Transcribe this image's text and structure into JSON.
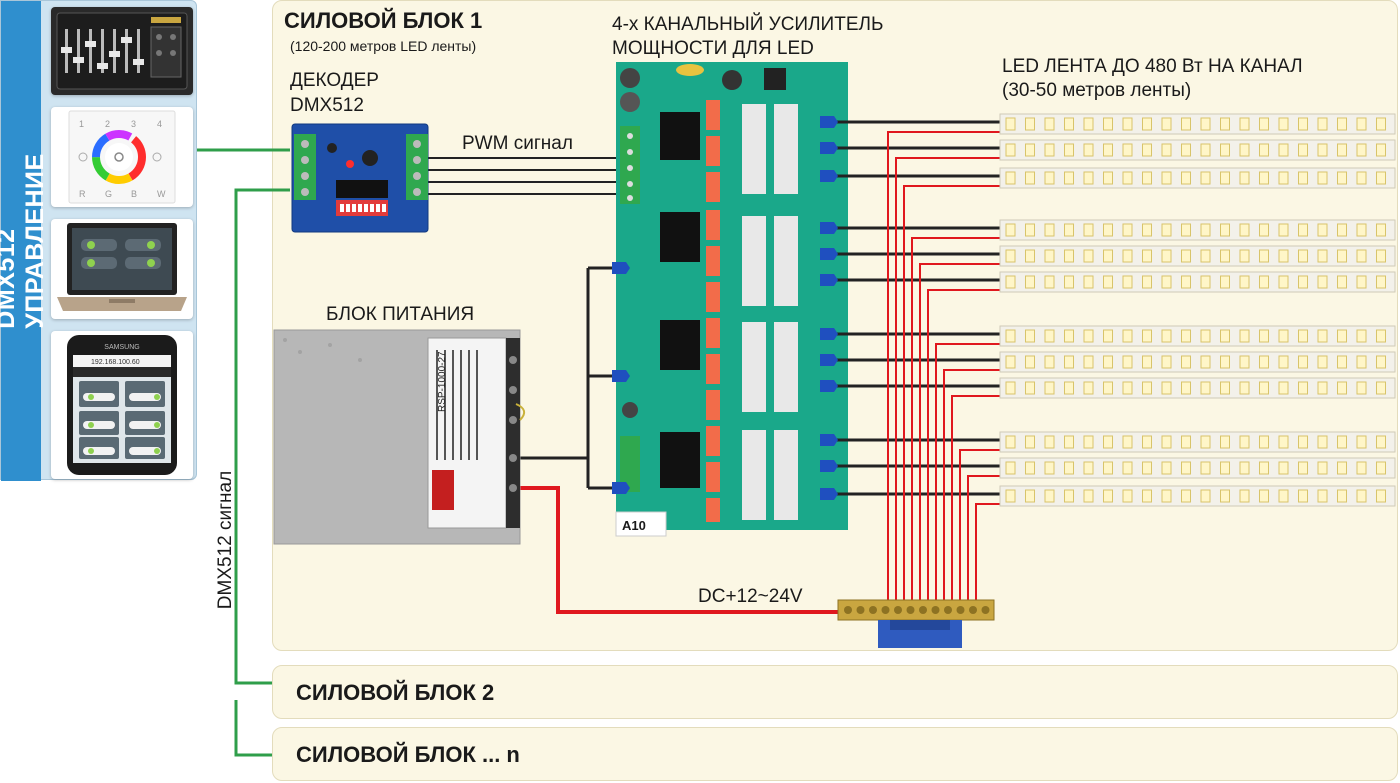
{
  "control_panel": {
    "title": "DMX512 УПРАВЛЕНИЕ",
    "devices": [
      {
        "name": "dmx-console"
      },
      {
        "name": "wall-panel",
        "labels": [
          "1",
          "2",
          "3",
          "4",
          "R",
          "G",
          "B",
          "W"
        ]
      },
      {
        "name": "laptop"
      },
      {
        "name": "smartphone",
        "brand": "SAMSUNG",
        "address": "192.168.100.60"
      }
    ]
  },
  "dmx_signal_label": "DMX512 сигнал",
  "block1": {
    "title": "СИЛОВОЙ БЛОК 1",
    "subtitle": "(120-200 метров LED ленты)",
    "decoder_label_1": "ДЕКОДЕР",
    "decoder_label_2": "DMX512",
    "pwm_label": "PWM сигнал",
    "psu_label": "БЛОК ПИТАНИЯ",
    "psu_model": "RSP-1000-27",
    "amp_label_1": "4-х КАНАЛЬНЫЙ  УСИЛИТЕЛЬ",
    "amp_label_2": "МОЩНОСТИ ДЛЯ LED",
    "amp_tag": "A10",
    "led_label_1": "LED ЛЕНТА ДО 480 Вт НА КАНАЛ",
    "led_label_2": "(30-50 метров ленты)",
    "dc_label": "DC+12~24V"
  },
  "block2": {
    "title": "СИЛОВОЙ БЛОК 2"
  },
  "block3": {
    "title": "СИЛОВОЙ БЛОК ... n"
  },
  "colors": {
    "accent_blue": "#2f8fce",
    "wire_green": "#2f9e4a",
    "wire_red": "#e0181e",
    "pcb_green": "#1aa88a",
    "panel_bg": "#fbf7e4"
  }
}
